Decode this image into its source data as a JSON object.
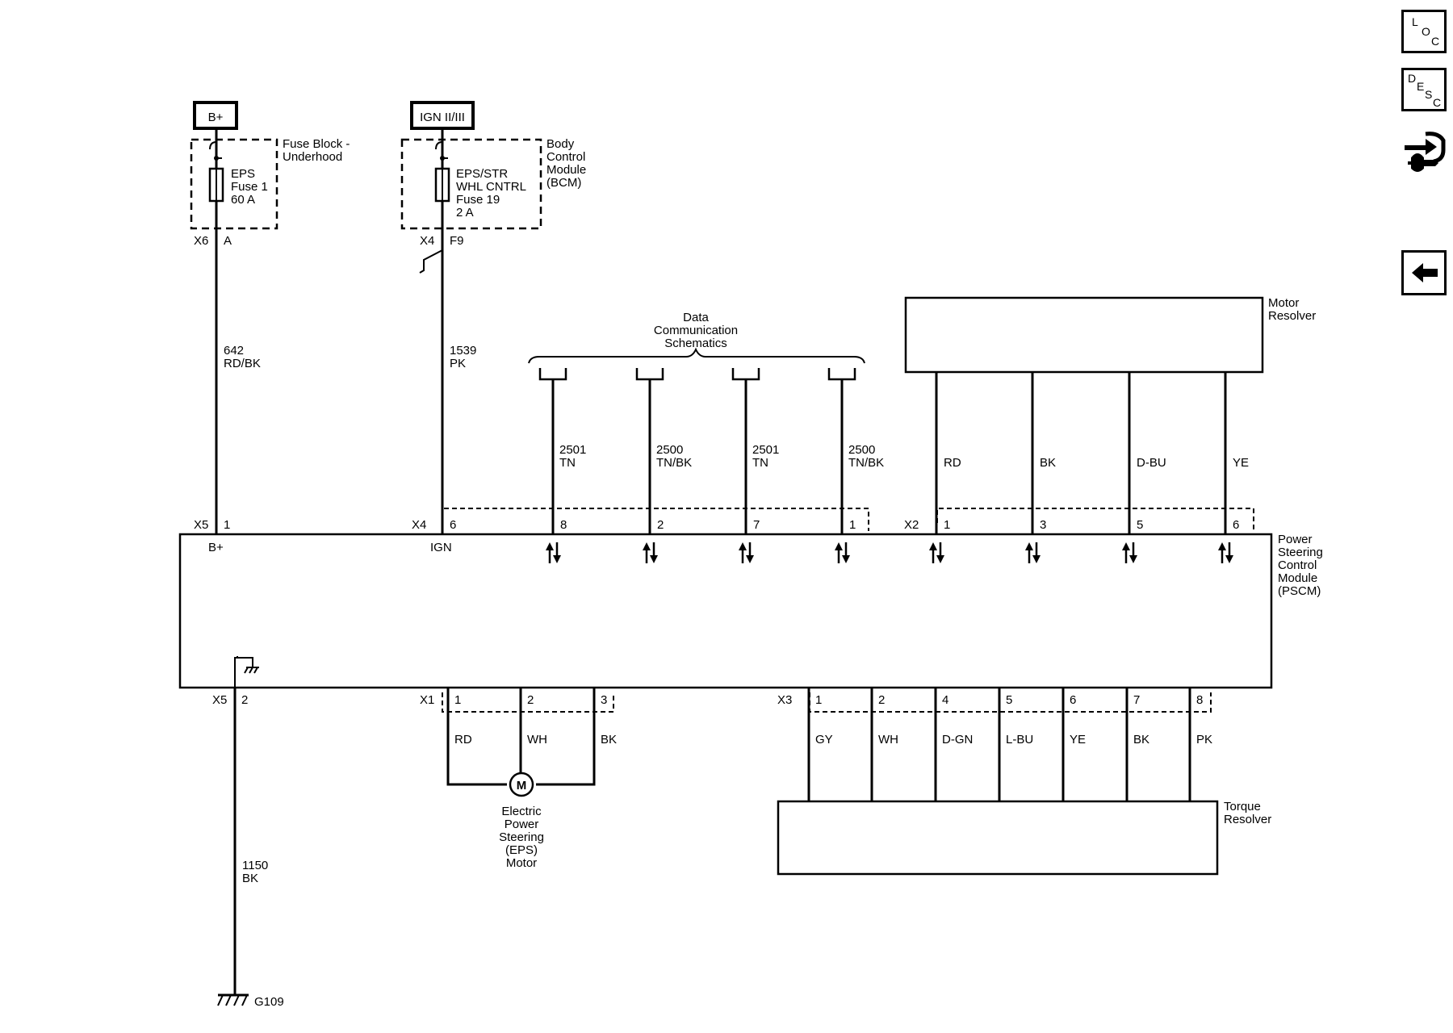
{
  "nav": {
    "loc": {
      "l1": "L",
      "l2": "O",
      "l3": "C"
    },
    "desc": {
      "l1": "D",
      "l2": "E",
      "l3": "S",
      "l4": "C"
    },
    "service_icon": "connector-tool-icon",
    "back_icon": "back-arrow-icon"
  },
  "power": {
    "bplus_label": "B+",
    "ign_label": "IGN II/III"
  },
  "fuse1": {
    "block": [
      "Fuse Block -",
      "Underhood"
    ],
    "name": [
      "EPS",
      "Fuse 1",
      "60 A"
    ],
    "conn": "X6",
    "pin": "A"
  },
  "fuse2": {
    "block": [
      "Body",
      "Control",
      "Module",
      "(BCM)"
    ],
    "name": [
      "EPS/STR",
      "WHL CNTRL",
      "Fuse 19",
      "2 A"
    ],
    "conn": "X4",
    "pin": "F9"
  },
  "wire_b": [
    "642",
    "RD/BK"
  ],
  "wire_ign": [
    "1539",
    "PK"
  ],
  "data_comm": [
    "Data",
    "Communication",
    "Schematics"
  ],
  "comm_wires": [
    {
      "circuit": "2501",
      "color": "TN",
      "pin": "8"
    },
    {
      "circuit": "2500",
      "color": "TN/BK",
      "pin": "2"
    },
    {
      "circuit": "2501",
      "color": "TN",
      "pin": "7"
    },
    {
      "circuit": "2500",
      "color": "TN/BK",
      "pin": "1"
    }
  ],
  "motor_resolver": {
    "name": [
      "Motor",
      "Resolver"
    ],
    "conn": "X2",
    "wires": [
      {
        "color": "RD",
        "pin": "1"
      },
      {
        "color": "BK",
        "pin": "3"
      },
      {
        "color": "D-BU",
        "pin": "5"
      },
      {
        "color": "YE",
        "pin": "6"
      }
    ]
  },
  "pscm": {
    "name": [
      "Power",
      "Steering",
      "Control",
      "Module",
      "(PSCM)"
    ],
    "bplus_pin": "B+",
    "ign_pin": "IGN",
    "x5": "X5",
    "x5_pin1": "1",
    "x4": "X4",
    "x4_pin": "6",
    "x5_pin2": "2"
  },
  "ground": {
    "wire": [
      "1150",
      "BK"
    ],
    "name": "G109"
  },
  "eps_motor": {
    "conn": "X1",
    "wires": [
      {
        "color": "RD",
        "pin": "1"
      },
      {
        "color": "WH",
        "pin": "2"
      },
      {
        "color": "BK",
        "pin": "3"
      }
    ],
    "symbol": "M",
    "name": [
      "Electric",
      "Power",
      "Steering",
      "(EPS)",
      "Motor"
    ]
  },
  "torque_resolver": {
    "conn": "X3",
    "name": [
      "Torque",
      "Resolver"
    ],
    "wires": [
      {
        "color": "GY",
        "pin": "1"
      },
      {
        "color": "WH",
        "pin": "2"
      },
      {
        "color": "D-GN",
        "pin": "4"
      },
      {
        "color": "L-BU",
        "pin": "5"
      },
      {
        "color": "YE",
        "pin": "6"
      },
      {
        "color": "BK",
        "pin": "7"
      },
      {
        "color": "PK",
        "pin": "8"
      }
    ]
  }
}
